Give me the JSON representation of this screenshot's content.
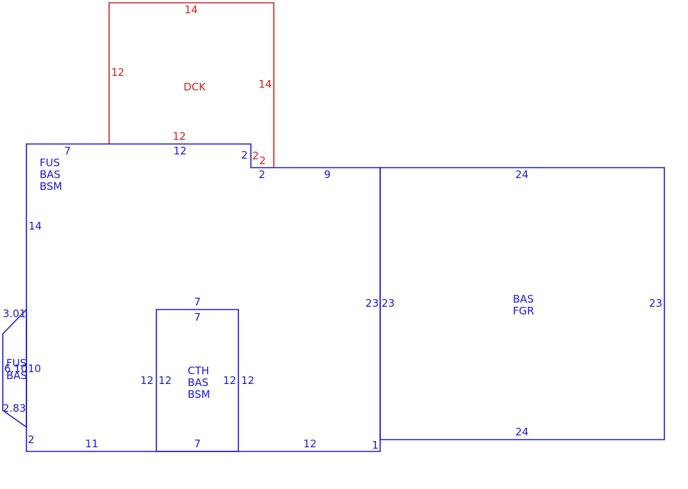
{
  "colors": {
    "structure": "#1a1ad6",
    "deck": "#d42020",
    "background": "#ffffff"
  },
  "deck": {
    "top": "14",
    "left": "12",
    "right": "14",
    "bottom": "12",
    "notch_a": "2",
    "notch_b": "2",
    "label": "DCK"
  },
  "main": {
    "label_1": "FUS",
    "label_2": "BAS",
    "label_3": "BSM",
    "top_left": "7",
    "top_mid": "12",
    "step_left": "2",
    "step_down": "2",
    "top_right_left": "9",
    "left_side": "14",
    "right_side": "23",
    "bottom_1": "2",
    "bottom_2": "11",
    "bottom_3": "12",
    "bottom_4": "1"
  },
  "bay": {
    "label_1": "FUS",
    "label_2": "BAS",
    "top": "3.01",
    "depth": "6.10",
    "side": "10",
    "bottom": "2.83"
  },
  "cth": {
    "label_1": "CTH",
    "label_2": "BAS",
    "label_3": "BSM",
    "top_out": "7",
    "top_in": "7",
    "left_out": "12",
    "left_in": "12",
    "right_in": "12",
    "right_out": "12",
    "bottom": "7"
  },
  "garage": {
    "label_1": "BAS",
    "label_2": "FGR",
    "top": "24",
    "bottom": "24",
    "left": "23",
    "right": "23"
  }
}
